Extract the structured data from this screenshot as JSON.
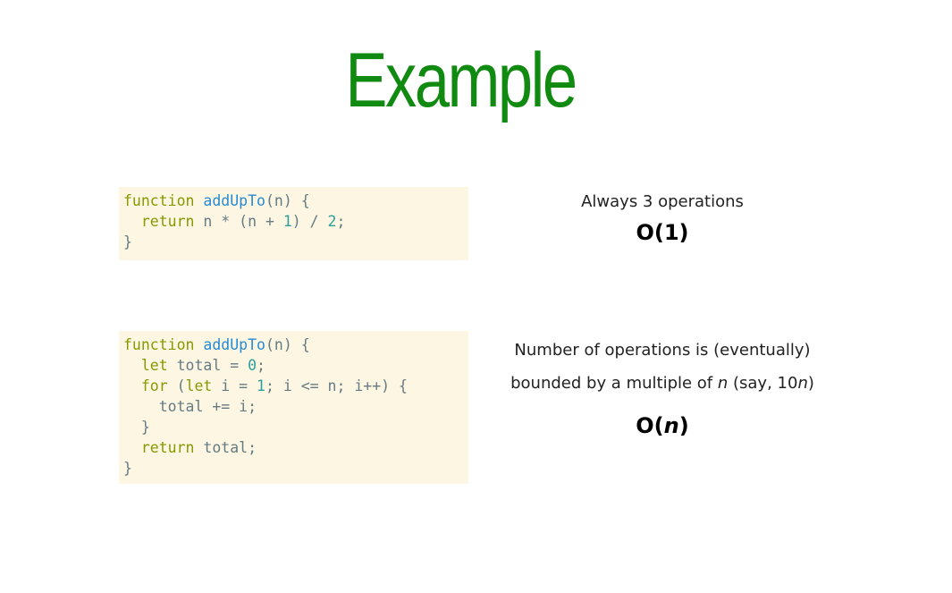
{
  "slide": {
    "title": "Example"
  },
  "code_blocks": [
    {
      "lines": [
        [
          {
            "t": "kw",
            "v": "function"
          },
          {
            "t": "txt",
            "v": " "
          },
          {
            "t": "fn",
            "v": "addUpTo"
          },
          {
            "t": "txt",
            "v": "(n) {"
          }
        ],
        [
          {
            "t": "txt",
            "v": "  "
          },
          {
            "t": "kw",
            "v": "return"
          },
          {
            "t": "txt",
            "v": " n * (n + "
          },
          {
            "t": "num",
            "v": "1"
          },
          {
            "t": "txt",
            "v": ") / "
          },
          {
            "t": "num",
            "v": "2"
          },
          {
            "t": "txt",
            "v": ";"
          }
        ],
        [
          {
            "t": "txt",
            "v": "}"
          }
        ]
      ]
    },
    {
      "lines": [
        [
          {
            "t": "kw",
            "v": "function"
          },
          {
            "t": "txt",
            "v": " "
          },
          {
            "t": "fn",
            "v": "addUpTo"
          },
          {
            "t": "txt",
            "v": "(n) {"
          }
        ],
        [
          {
            "t": "txt",
            "v": "  "
          },
          {
            "t": "kw",
            "v": "let"
          },
          {
            "t": "txt",
            "v": " total = "
          },
          {
            "t": "num",
            "v": "0"
          },
          {
            "t": "txt",
            "v": ";"
          }
        ],
        [
          {
            "t": "txt",
            "v": "  "
          },
          {
            "t": "kw",
            "v": "for"
          },
          {
            "t": "txt",
            "v": " ("
          },
          {
            "t": "kw",
            "v": "let"
          },
          {
            "t": "txt",
            "v": " i = "
          },
          {
            "t": "num",
            "v": "1"
          },
          {
            "t": "txt",
            "v": "; i <= n; i++) {"
          }
        ],
        [
          {
            "t": "txt",
            "v": "    total += i;"
          }
        ],
        [
          {
            "t": "txt",
            "v": "  }"
          }
        ],
        [
          {
            "t": "txt",
            "v": "  "
          },
          {
            "t": "kw",
            "v": "return"
          },
          {
            "t": "txt",
            "v": " total;"
          }
        ],
        [
          {
            "t": "txt",
            "v": "}"
          }
        ]
      ]
    }
  ],
  "descriptions": {
    "first": {
      "text": "Always 3 operations",
      "complexity_prefix": "O(",
      "complexity_value": "1",
      "complexity_suffix": ")"
    },
    "second": {
      "line1": "Number of operations is (eventually)",
      "line2_prefix": "bounded by a multiple of ",
      "line2_var": "n",
      "line2_mid": " (say, 10",
      "line2_var2": "n",
      "line2_end": ")",
      "complexity_prefix": "O(",
      "complexity_var": "n",
      "complexity_suffix": ")"
    }
  },
  "colors": {
    "title": "#118a11",
    "code_background": "#fdf6e3",
    "keyword": "#859900",
    "function_name": "#268bd2",
    "number": "#2aa198",
    "plain": "#657b83"
  }
}
